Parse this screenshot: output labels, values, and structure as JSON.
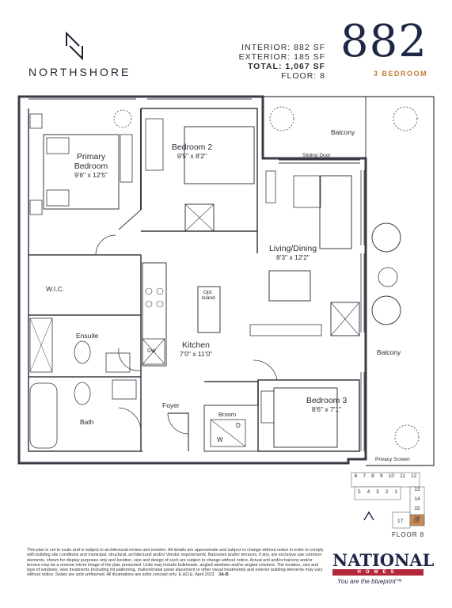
{
  "brand": {
    "name": "NORTHSHORE"
  },
  "suite": {
    "interior": "INTERIOR: 882 SF",
    "exterior": "EXTERIOR: 185 SF",
    "total": "TOTAL: 1,067 SF",
    "floor": "FLOOR: 8",
    "number": "882",
    "type": "3 BEDROOM"
  },
  "rooms": {
    "primary": {
      "name_line1": "Primary",
      "name_line2": "Bedroom",
      "dim": "9'6\" x 12'5\""
    },
    "bedroom2": {
      "name": "Bedroom 2",
      "dim": "9'5\" x 8'2\""
    },
    "bedroom3": {
      "name": "Bedroom 3",
      "dim": "8'6\" x 7'1\""
    },
    "living": {
      "name": "Living/Dining",
      "dim": "8'3\" x 12'2\""
    },
    "kitchen": {
      "name": "Kitchen",
      "dim": "7'0\" x 11'0\""
    },
    "wic": "W.I.C.",
    "ensuite": "Ensuite",
    "bath": "Bath",
    "foyer": "Foyer",
    "broom": "Broom",
    "balcony_top": "Balcony",
    "balcony_side": "Balcony",
    "sliding_door": "Sliding Door",
    "privacy_screen": "Privacy Screen",
    "opt_island_1": "Opt.",
    "opt_island_2": "Island",
    "dw": "DW",
    "dryer": "D",
    "washer": "W"
  },
  "keyplan": {
    "label": "FLOOR 8",
    "top_row": [
      "6",
      "7",
      "8",
      "9",
      "10",
      "11",
      "12"
    ],
    "mid_row": [
      "5",
      "4",
      "3",
      "2",
      "1"
    ],
    "right_col": [
      "13",
      "14",
      "15",
      "16"
    ],
    "bottom_units": [
      "17",
      "18"
    ],
    "highlight": "18"
  },
  "disclaimer": "This plan is not to scale and is subject to architectural review and revision. All details are approximate and subject to change without notice in order to comply with building site conditions and municipal, structural, architectural and/or Vendor requirements. Balconies and/or terraces, if any, are exclusive use common elements, shown for display purposes only and location, size and design of such are subject to change without notice. Actual unit and/or balcony and/or terrace may be a reverse mirror image of the plan presented. Units may include bulkheads, angled windows and/or angled columns. The location, size and type of windows, view treatments (including frit patterning, mullion/metal panel placement or other visual treatments) and exterior building elements may vary without notice. Suites are sold unfinished. All illustrations are artist concept only. E.&O.E. April 2023",
  "plan_code": "3A-B",
  "builder": {
    "name": "NATIONAL",
    "sub": "HOMES",
    "tagline": "You are the blueprint™"
  },
  "colors": {
    "navy": "#1f2747",
    "accent": "#c27a35",
    "red": "#b3283a",
    "wall": "#3a3a44",
    "highlight": "#c98a55"
  }
}
